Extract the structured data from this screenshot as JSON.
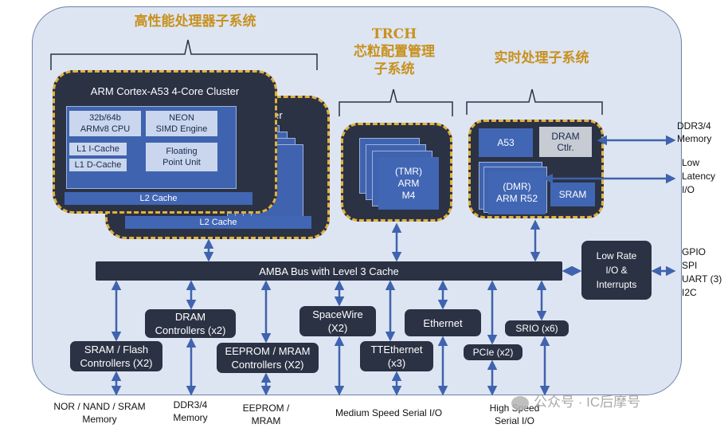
{
  "titles": {
    "hpu": "高性能处理器子系统",
    "trch_line1": "TRCH",
    "trch_line2": "芯粒配置管理",
    "trch_line3": "子系统",
    "rt": "实时处理子系统"
  },
  "hpu": {
    "cluster_title": "ARM Cortex-A53 4-Core Cluster",
    "back_cluster_title": "ster",
    "cpu_l1": "32b/64b",
    "cpu_l2": "ARMv8 CPU",
    "neon_l1": "NEON",
    "neon_l2": "SIMD Engine",
    "icache": "L1 I-Cache",
    "dcache": "L1 D-Cache",
    "fpu_l1": "Floating",
    "fpu_l2": "Point Unit",
    "l2_front": "L2 Cache",
    "l2_back": "L2 Cache"
  },
  "trch": {
    "l1": "(TMR)",
    "l2": "ARM",
    "l3": "M4"
  },
  "rt": {
    "a53": "A53",
    "dram_l1": "DRAM",
    "dram_l2": "Ctlr.",
    "r52_l1": "(DMR)",
    "r52_l2": "ARM R52",
    "sram": "SRAM"
  },
  "bus": "AMBA Bus with Level 3 Cache",
  "lowrate": {
    "l1": "Low Rate",
    "l2": "I/O &",
    "l3": "Interrupts"
  },
  "blocks": {
    "dram_l1": "DRAM",
    "dram_l2": "Controllers (x2)",
    "sram_l1": "SRAM / Flash",
    "sram_l2": "Controllers (X2)",
    "eeprom_l1": "EEPROM / MRAM",
    "eeprom_l2": "Controllers (X2)",
    "spacewire_l1": "SpaceWire",
    "spacewire_l2": "(X2)",
    "ttethernet_l1": "TTEthernet",
    "ttethernet_l2": "(x3)",
    "ethernet": "Ethernet",
    "pcie": "PCIe (x2)",
    "srio": "SRIO (x6)"
  },
  "external": {
    "ddr_right_l1": "DDR3/4",
    "ddr_right_l2": "Memory",
    "lowlat_l1": "Low",
    "lowlat_l2": "Latency",
    "lowlat_l3": "I/O",
    "gpio": "GPIO",
    "spi": "SPI",
    "uart": "UART (3)",
    "i2c": "I2C",
    "nor_l1": "NOR / NAND / SRAM",
    "nor_l2": "Memory",
    "ddr_bottom_l1": "DDR3/4",
    "ddr_bottom_l2": "Memory",
    "eeprom_l1": "EEPROM /",
    "eeprom_l2": "MRAM",
    "medium": "Medium Speed Serial I/O",
    "high_l1": "High Speed",
    "high_l2": "Serial I/O"
  },
  "watermark": "公众号 · IC后摩号",
  "colors": {
    "accent": "#e2b23d",
    "dark_block": "#2b3244",
    "blue_block": "#4166b4",
    "arrow": "#3f63ae",
    "panel": "#dde5f2"
  }
}
